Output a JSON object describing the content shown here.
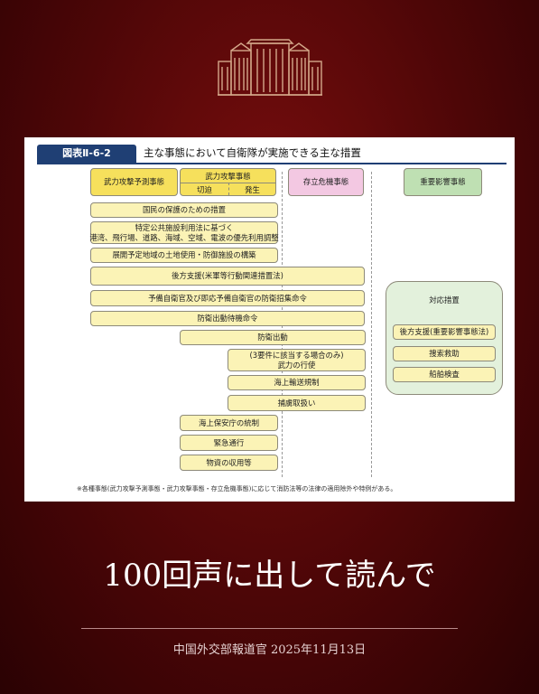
{
  "figure": {
    "tag": "図表Ⅱ-6-2",
    "title": "主な事態において自衛隊が実施できる主な措置",
    "headers": {
      "armed_attack_predicted": "武力攻撃予測事態",
      "armed_attack": "武力攻撃事態",
      "imminent": "切迫",
      "occurred": "発生",
      "survival_threat": "存立危機事態",
      "important_influence": "重要影響事態"
    },
    "measures": [
      "国民の保護のための措置",
      [
        "特定公共施設利用法に基づく",
        "港湾、飛行場、道路、海域、空域、電波の優先利用調整"
      ],
      "展開予定地域の土地使用・防御施設の構築",
      "後方支援(米軍等行動関連措置法)",
      "予備自衛官及び即応予備自衛官の防衛招集命令",
      "防衛出動待機命令",
      "防衛出動",
      [
        "(3要件に該当する場合のみ)",
        "武力の行使"
      ],
      "海上輸送規制",
      "捕虜取扱い",
      "海上保安庁の統制",
      "緊急通行",
      "物資の収用等"
    ],
    "response": {
      "title": "対応措置",
      "items": [
        "後方支援(重要影響事態法)",
        "捜索救助",
        "船舶検査"
      ]
    },
    "footnote": "※各種事態(武力攻撃予測事態・武力攻撃事態・存立危機事態)に応じて消防法等の法律の適用除外や特例がある。"
  },
  "headline": "100回声に出して読んで",
  "caption": "中国外交部報道官 2025年11月13日",
  "colors": {
    "background": "#4d0607",
    "tag_blue": "#1f3f74",
    "box_yellow": "#fbf3b6",
    "head_yellow": "#f6e05c",
    "head_pink": "#f3c8e2",
    "head_green": "#bfe0b3",
    "response_green": "#e3f1dc"
  },
  "icons": {
    "emblem": "government-building-icon"
  }
}
